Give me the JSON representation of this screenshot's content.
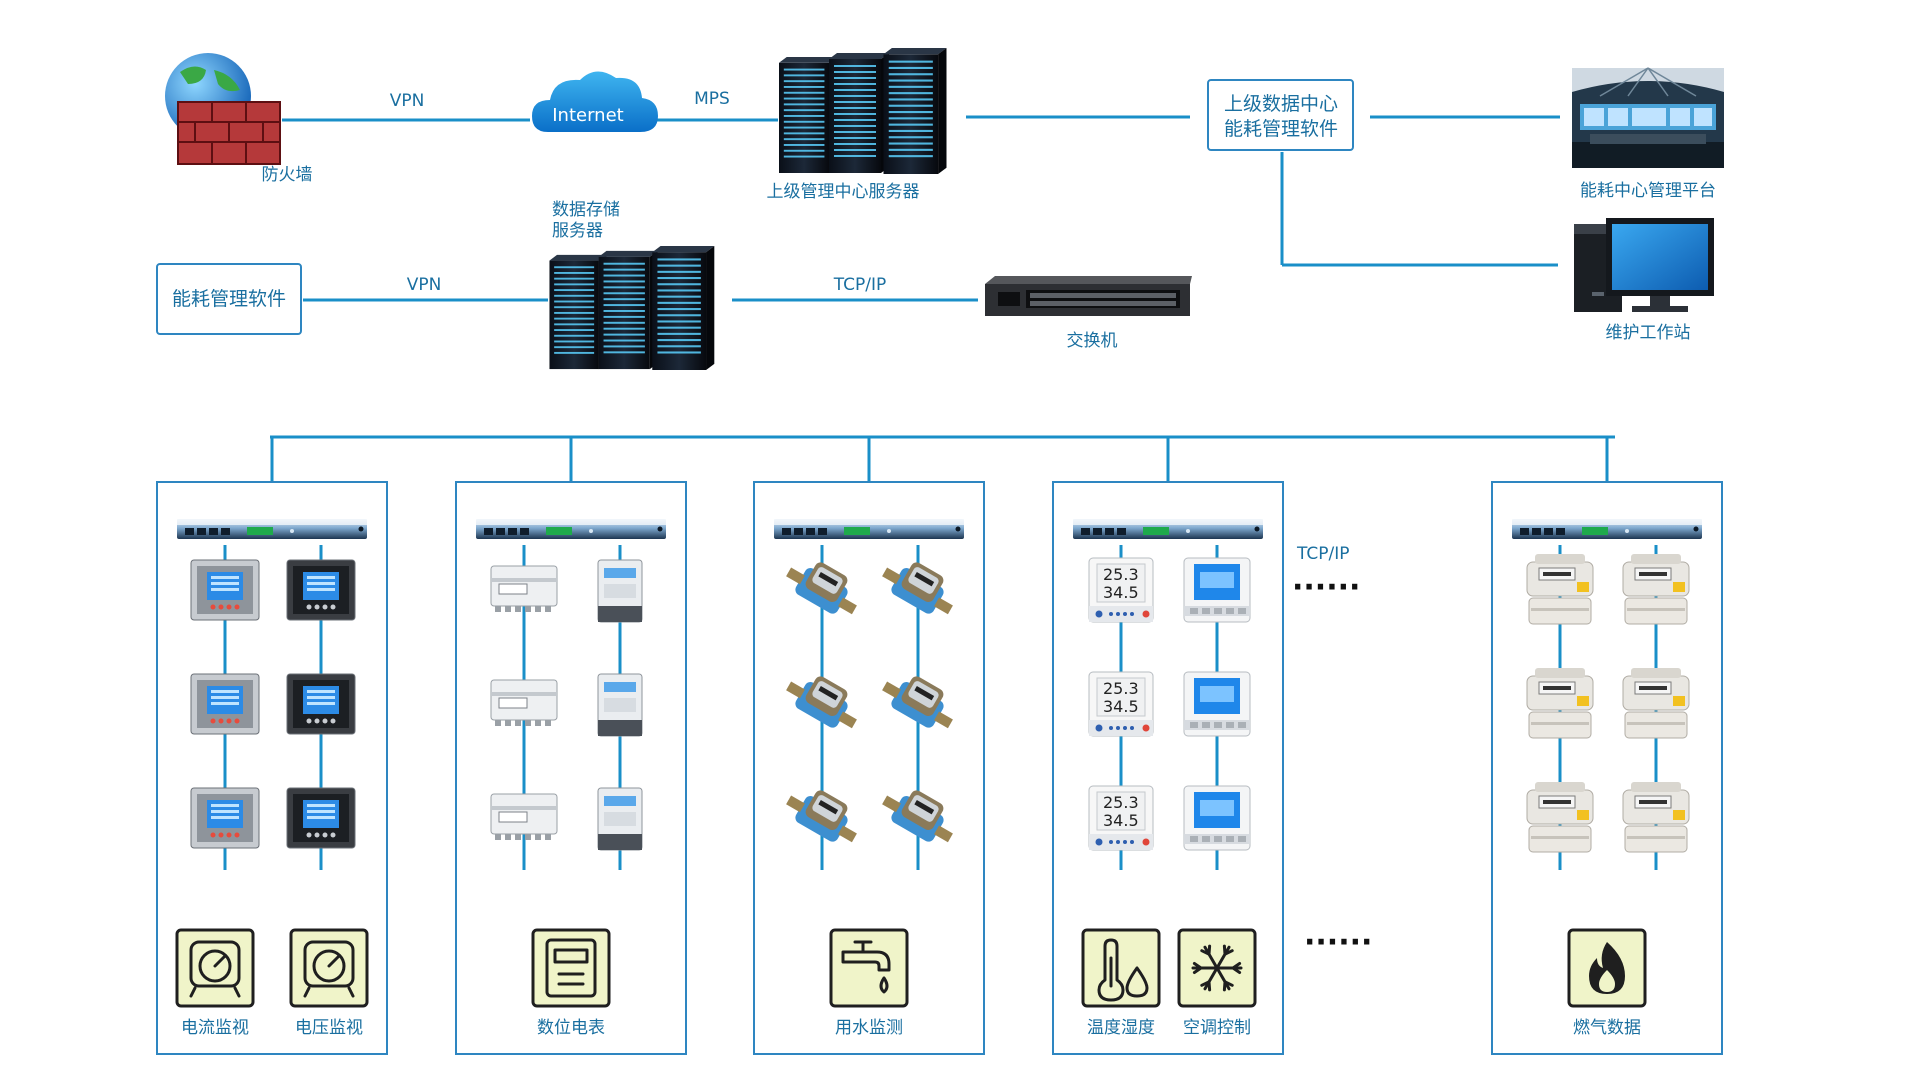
{
  "colors": {
    "line": "#1a8fc8",
    "box_border": "#2e86c1",
    "label": "#1a6fa0",
    "icon_bg": "#f0f4c9"
  },
  "top": {
    "firewall_label": "防火墙",
    "vpn1_label": "VPN",
    "internet_label": "Internet",
    "mps_label": "MPS",
    "server_top_label": "上级管理中心服务器",
    "upper_software_line1": "上级数据中心",
    "upper_software_line2": "能耗管理软件",
    "platform_label": "能耗中心管理平台",
    "workstation_label": "维护工作站",
    "storage_label_line1": "数据存储",
    "storage_label_line2": "服务器",
    "local_software_label": "能耗管理软件",
    "vpn2_label": "VPN",
    "tcpip_label": "TCP/IP",
    "switch_label": "交换机"
  },
  "bottom": {
    "tcpip_label": "TCP/IP",
    "ellipsis": "······",
    "panels": [
      {
        "captions": [
          "电流监视",
          "电压监视"
        ],
        "icons": [
          "ammeter-gauge-icon",
          "voltmeter-gauge-icon"
        ],
        "device": "panel-meter"
      },
      {
        "captions": [
          "数位电表"
        ],
        "icons": [
          "digital-meter-icon"
        ],
        "device": "din-meter"
      },
      {
        "captions": [
          "用水监测"
        ],
        "icons": [
          "water-tap-icon"
        ],
        "device": "water-meter"
      },
      {
        "captions": [
          "温度湿度",
          "空调控制"
        ],
        "icons": [
          "thermometer-droplet-icon",
          "snowflake-icon"
        ],
        "device": "thermo"
      },
      {
        "captions": [
          "燃气数据"
        ],
        "icons": [
          "flame-icon"
        ],
        "device": "gas-meter"
      }
    ],
    "thermo_display": {
      "temp": "25.3",
      "hum": "34.5"
    }
  }
}
